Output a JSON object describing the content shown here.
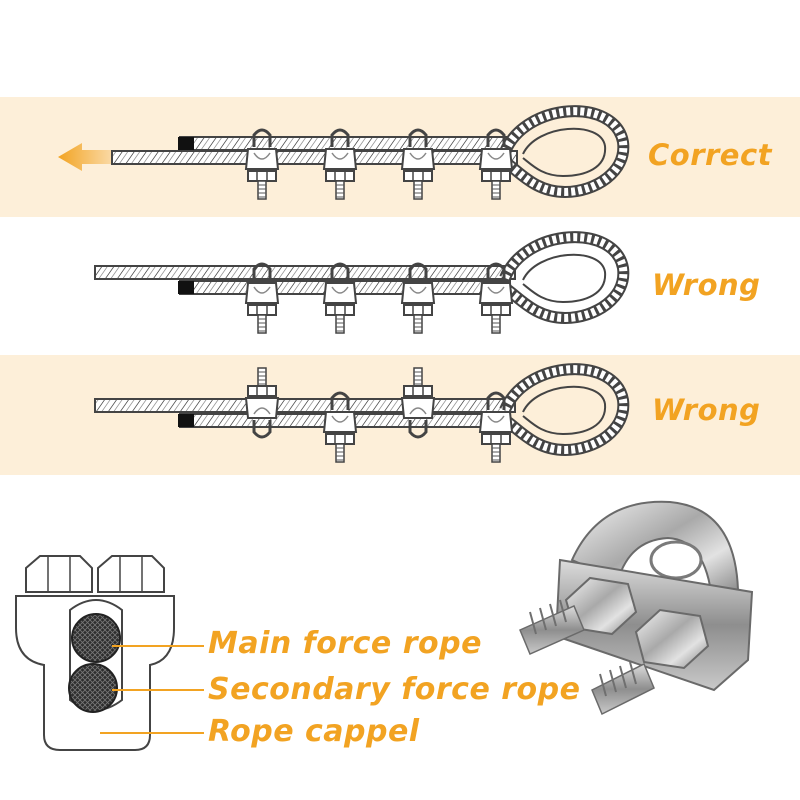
{
  "rows": [
    {
      "label": "Correct"
    },
    {
      "label": "Wrong"
    },
    {
      "label": "Wrong"
    }
  ],
  "legend": [
    {
      "label": "Main force rope"
    },
    {
      "label": "Secondary force rope"
    },
    {
      "label": "Rope cappel"
    }
  ],
  "colors": {
    "band": "#fdefd9",
    "accent": "#f2a322",
    "rope_stroke": "#444444",
    "rope_fill": "#ffffff"
  }
}
